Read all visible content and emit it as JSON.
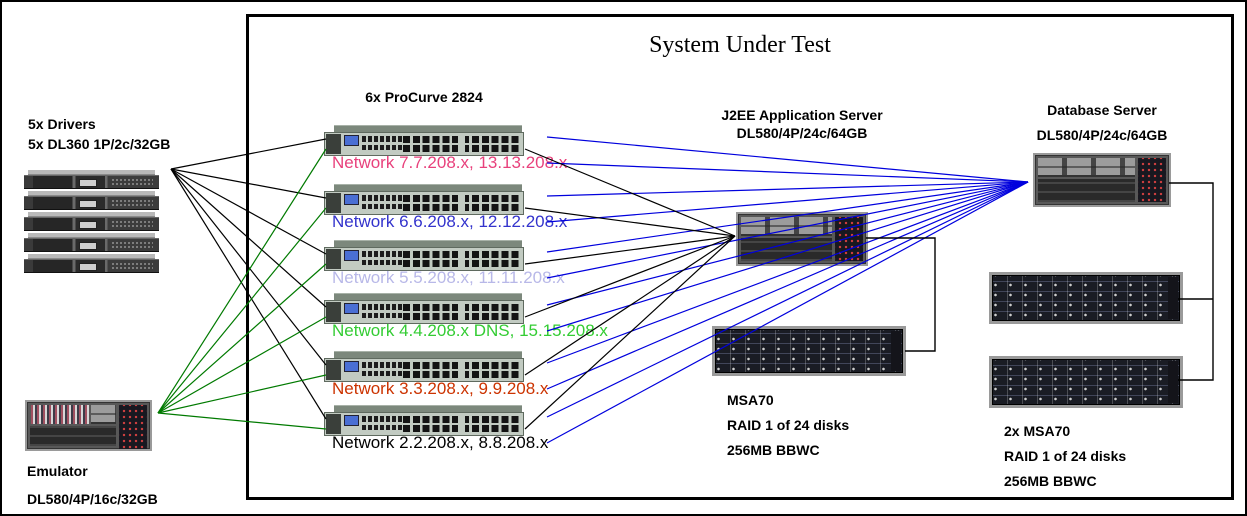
{
  "title": "System Under Test",
  "drivers": {
    "label_line1": "5x Drivers",
    "label_line2": "5x DL360 1P/2c/32GB"
  },
  "emulator": {
    "name": "Emulator",
    "spec": "DL580/4P/16c/32GB"
  },
  "switch_group": {
    "heading": "6x ProCurve 2824",
    "switches": [
      {
        "label": "Network 7.7.208.x, 13.13.208.x",
        "label_color": "#e8417c"
      },
      {
        "label": "Network 6.6.208.x, 12.12.208.x",
        "label_color": "#3333cc"
      },
      {
        "label": "Network 5.5.208.x, 11.11.208.x",
        "label_color": "#b8b8e8"
      },
      {
        "label": "Network 4.4.208.x DNS, 15.15.208.x",
        "label_color": "#33cc33"
      },
      {
        "label": "Network 3.3.208.x, 9.9.208.x",
        "label_color": "#cc3300"
      },
      {
        "label": "Network 2.2.208.x, 8.8.208.x",
        "label_color": "#000000"
      }
    ]
  },
  "app_server": {
    "name": "J2EE Application Server",
    "spec": "DL580/4P/24c/64GB"
  },
  "app_storage": {
    "name": "MSA70",
    "raid": "RAID 1 of 24 disks",
    "cache": "256MB BBWC"
  },
  "db_server": {
    "name": "Database Server",
    "spec": "DL580/4P/24c/64GB"
  },
  "db_storage": {
    "name": "2x MSA70",
    "raid": "RAID 1 of 24 disks",
    "cache": "256MB BBWC"
  },
  "connections": {
    "driver_to_switch_color": "#000000",
    "emulator_to_switch_color": "#007a00",
    "switch_to_app_color": "#000000",
    "switch_to_db_color": "#0000dd",
    "storage_link_color": "#000000"
  }
}
